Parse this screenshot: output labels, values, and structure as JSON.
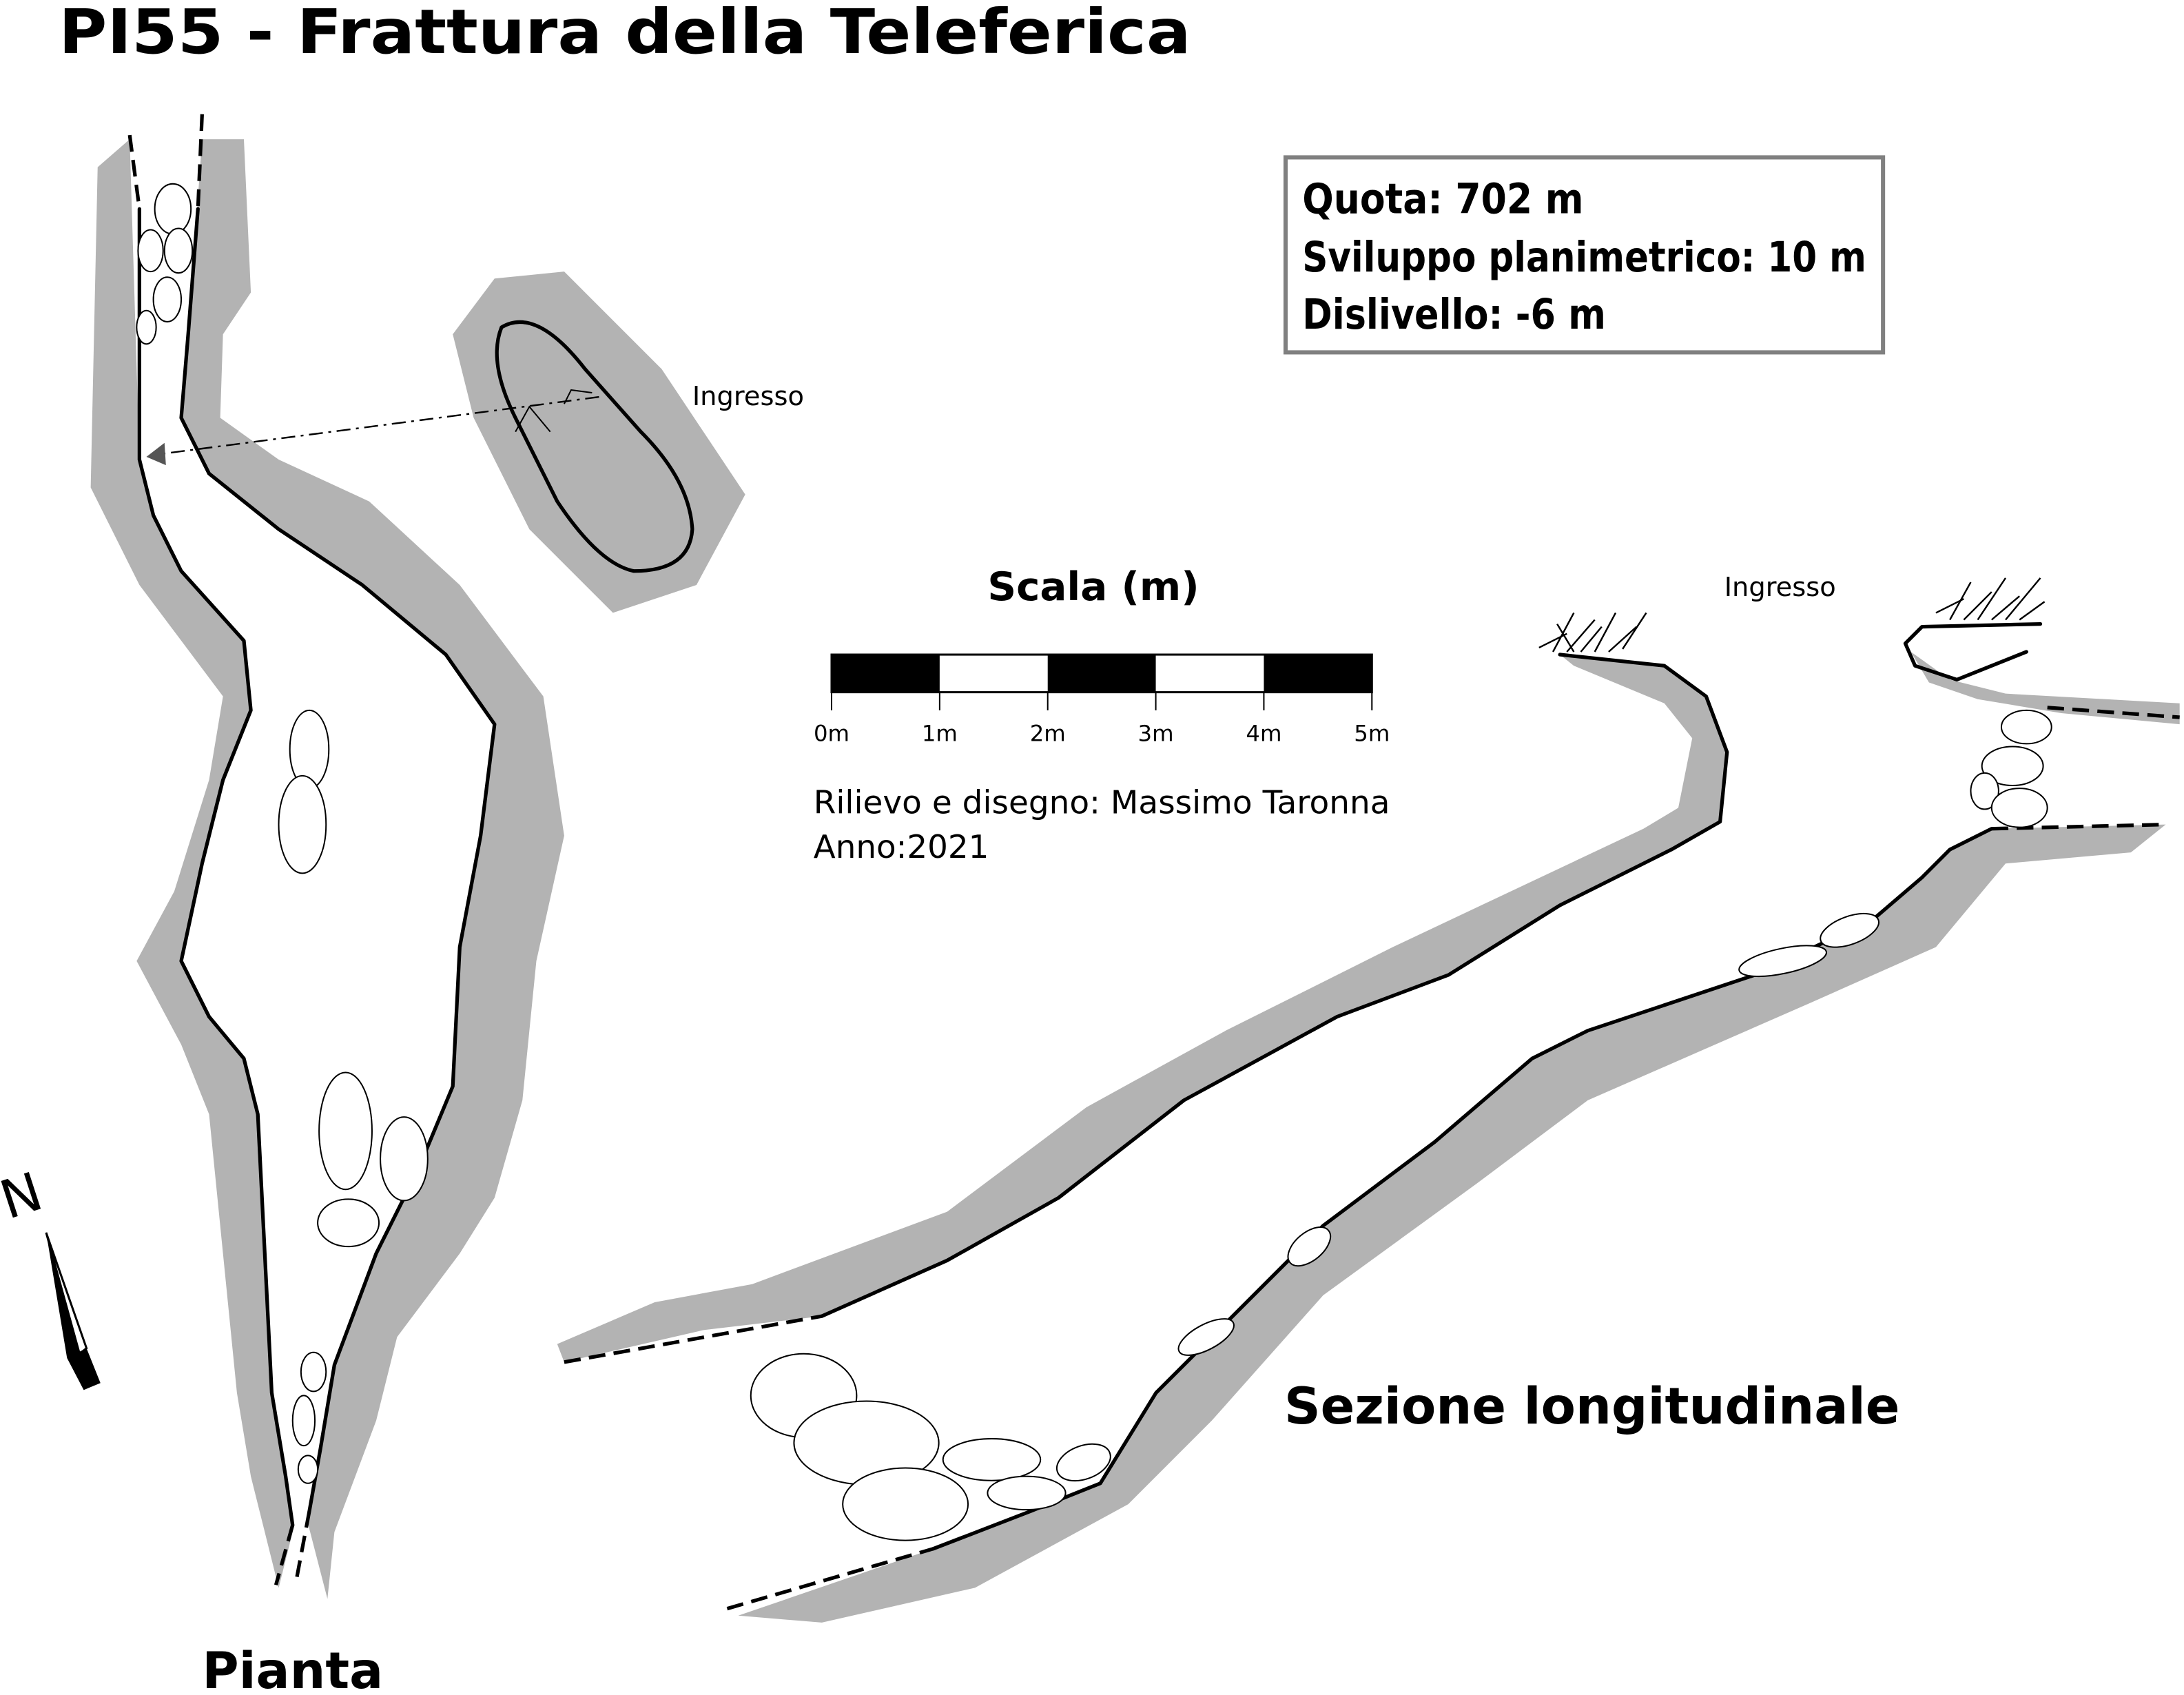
{
  "title": "PI55 - Frattura della Teleferica",
  "info_box": {
    "quota": "Quota: 702 m",
    "sviluppo": "Sviluppo planimetrico: 10 m",
    "dislivello": "Dislivello: -6 m"
  },
  "scale": {
    "title": "Scala (m)",
    "labels": [
      "0m",
      "1m",
      "2m",
      "3m",
      "4m",
      "5m"
    ]
  },
  "credits": {
    "author": "Rilievo e disegno: Massimo Taronna",
    "year": "Anno:2021"
  },
  "plan": {
    "label": "Pianta",
    "entrance_label": "Ingresso",
    "north_label": "N"
  },
  "section": {
    "label": "Sezione longitudinale",
    "entrance_label": "Ingresso"
  },
  "colors": {
    "rock_band": "#b3b3b3",
    "info_border": "#808080"
  }
}
